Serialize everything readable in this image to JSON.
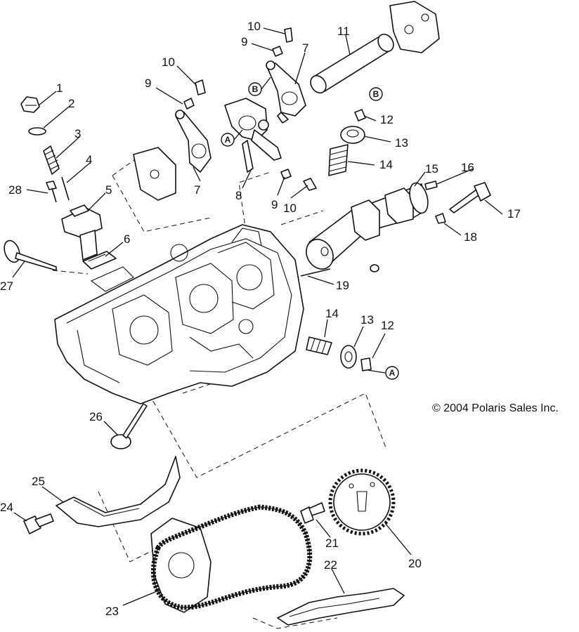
{
  "copyright": "© 2004 Polaris Sales Inc.",
  "callouts": [
    "1",
    "2",
    "3",
    "4",
    "5",
    "6",
    "7",
    "7",
    "8",
    "9",
    "9",
    "9",
    "10",
    "10",
    "10",
    "11",
    "12",
    "12",
    "13",
    "13",
    "14",
    "14",
    "15",
    "16",
    "17",
    "18",
    "19",
    "20",
    "21",
    "22",
    "23",
    "24",
    "25",
    "26",
    "27",
    "28"
  ],
  "reference_marks": [
    "A",
    "A",
    "B",
    "B"
  ],
  "colors": {
    "ink": "#111111",
    "paper": "#ffffff"
  }
}
